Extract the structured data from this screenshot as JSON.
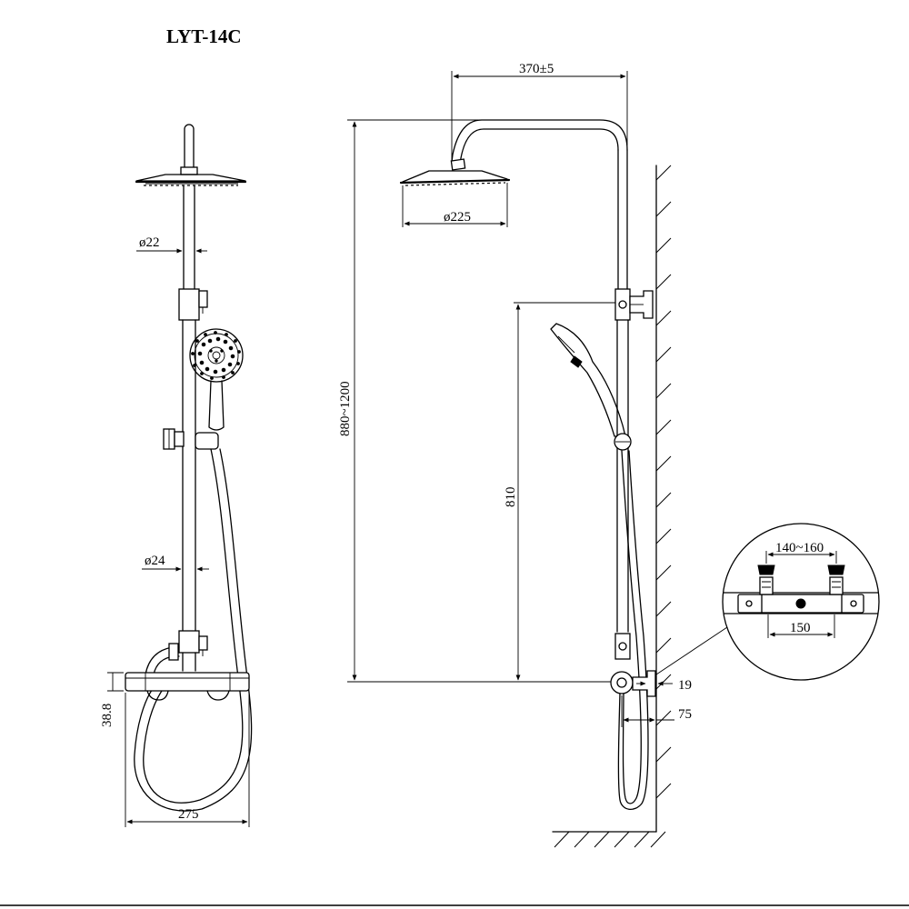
{
  "title": "LYT-14C",
  "dimensions": {
    "pipe_upper_diameter": "ø22",
    "pipe_lower_diameter": "ø24",
    "valve_height": "38.8",
    "valve_width": "275",
    "arm_reach": "370±5",
    "head_diameter": "ø225",
    "total_height": "880~1200",
    "holder_height": "810",
    "wall_offset": "19",
    "hose_offset": "75",
    "inlet_spacing": "140~160",
    "valve_body": "150"
  }
}
